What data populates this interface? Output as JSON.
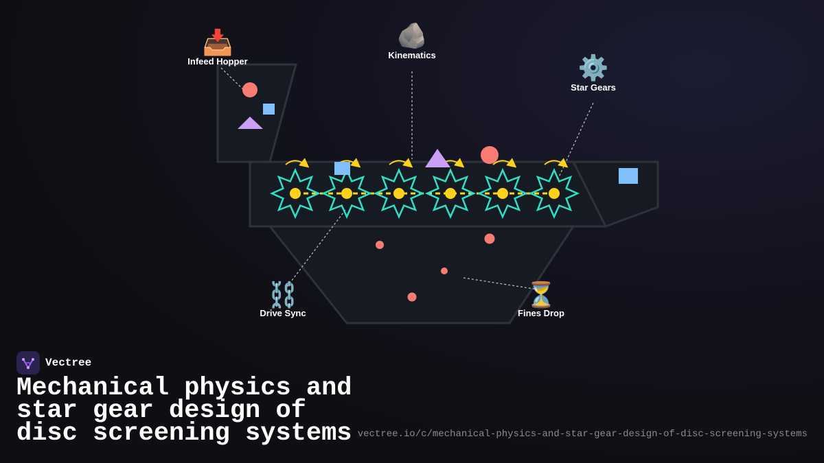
{
  "labels": {
    "infeed": "Infeed Hopper",
    "kinematics": "Kinematics",
    "star_gears": "Star Gears",
    "drive_sync": "Drive Sync",
    "fines_drop": "Fines Drop"
  },
  "icons": {
    "infeed": "📥",
    "kinematics": "🪨",
    "star_gears": "⚙️",
    "drive_sync": "⛓️",
    "fines_drop": "⏳"
  },
  "colors": {
    "star_outline": "#2de0c6",
    "gear_hub": "#ffd21a",
    "rotation_arrow": "#ffd21a",
    "particle_red": "#f87c73",
    "particle_blue": "#7fc0fa",
    "particle_purple": "#c9a0f5",
    "machine_fill": "#161a22",
    "machine_stroke": "#2e333b",
    "brand_accent": "#9a5cf0"
  },
  "brand": {
    "name": "Vectree"
  },
  "title": "Mechanical physics and star gear design of disc screening systems",
  "url": "vectree.io/c/mechanical-physics-and-star-gear-design-of-disc-screening-systems"
}
